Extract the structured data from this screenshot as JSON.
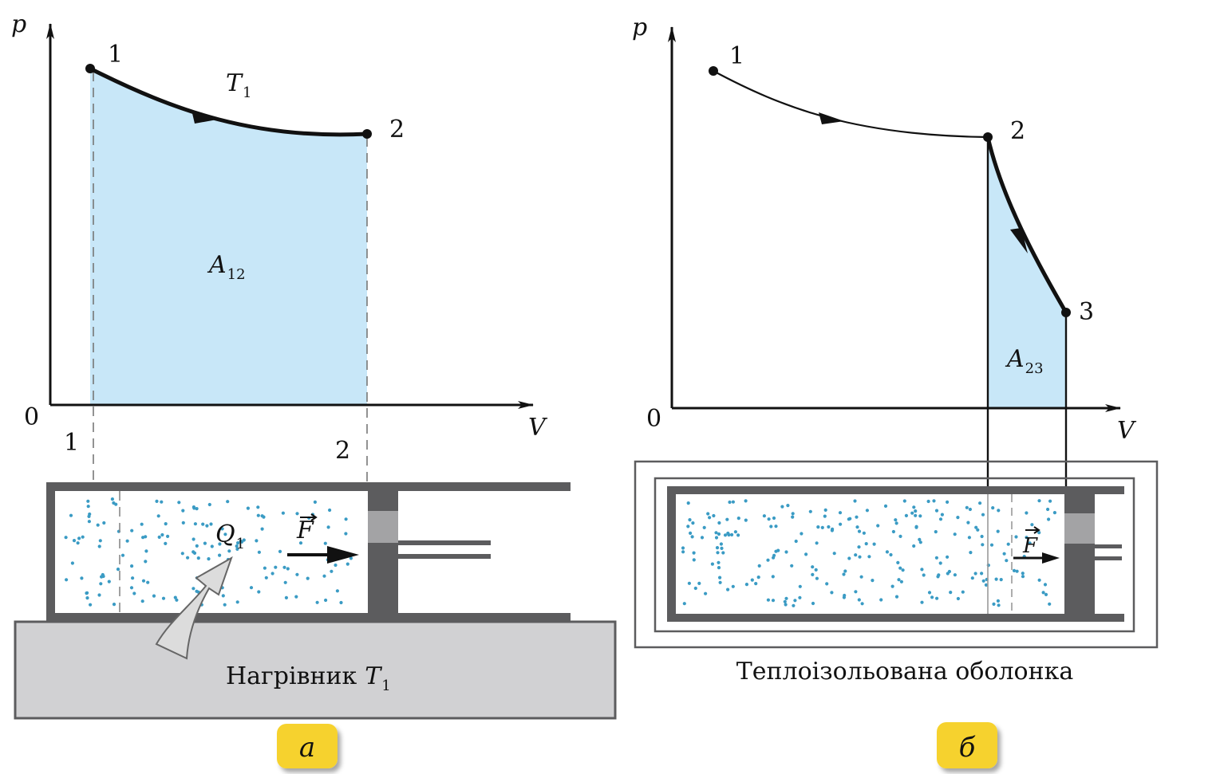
{
  "panel_a": {
    "axis_p": "p",
    "axis_v": "V",
    "origin": "0",
    "point1": "1",
    "point2": "2",
    "temperature_main": "T",
    "temperature_sub": "1",
    "work_main": "A",
    "work_sub": "12",
    "v_tick_1": "1",
    "v_tick_2": "2",
    "heat_main": "Q",
    "heat_sub": "1",
    "force": "F",
    "heater_label": "Нагрівник",
    "heater_temp_main": "T",
    "heater_temp_sub": "1",
    "tag": "а"
  },
  "panel_b": {
    "axis_p": "p",
    "axis_v": "V",
    "origin": "0",
    "point1": "1",
    "point2": "2",
    "point3": "3",
    "work_main": "A",
    "work_sub": "23",
    "force": "F",
    "shell_label": "Теплоізольована оболонка",
    "tag": "б"
  },
  "colors": {
    "area_fill": "#c8e7f8",
    "dot_color": "#3a9bc4",
    "wall_gray": "#5c5c5e",
    "heater_gray": "#d1d1d3",
    "tag_yellow": "#f6d22e"
  }
}
